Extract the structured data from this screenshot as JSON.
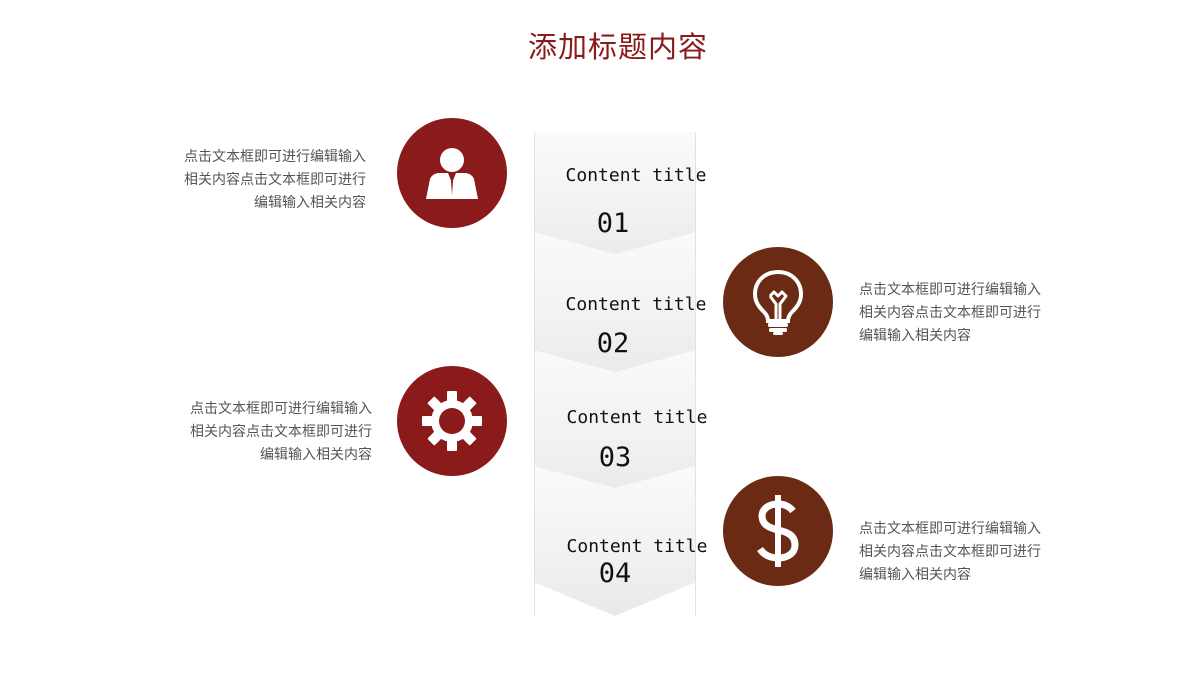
{
  "title": "添加标题内容",
  "steps": [
    {
      "title": "Content title",
      "number": "01"
    },
    {
      "title": "Content title",
      "number": "02"
    },
    {
      "title": "Content title",
      "number": "03"
    },
    {
      "title": "Content title",
      "number": "04"
    }
  ],
  "descriptions": [
    {
      "line1": "点击文本框即可进行编辑输入",
      "line2": "相关内容点击文本框即可进行",
      "line3": "编辑输入相关内容"
    },
    {
      "line1": "点击文本框即可进行编辑输入",
      "line2": "相关内容点击文本框即可进行",
      "line3": "编辑输入相关内容"
    },
    {
      "line1": "点击文本框即可进行编辑输入",
      "line2": "相关内容点击文本框即可进行",
      "line3": "编辑输入相关内容"
    },
    {
      "line1": "点击文本框即可进行编辑输入",
      "line2": "相关内容点击文本框即可进行",
      "line3": "编辑输入相关内容"
    }
  ],
  "icons": [
    "person-icon",
    "lightbulb-icon",
    "gear-icon",
    "dollar-icon"
  ],
  "colors": {
    "accent_red": "#8b1a1a",
    "accent_brown": "#6b2a14",
    "title": "#8b1a1a"
  }
}
